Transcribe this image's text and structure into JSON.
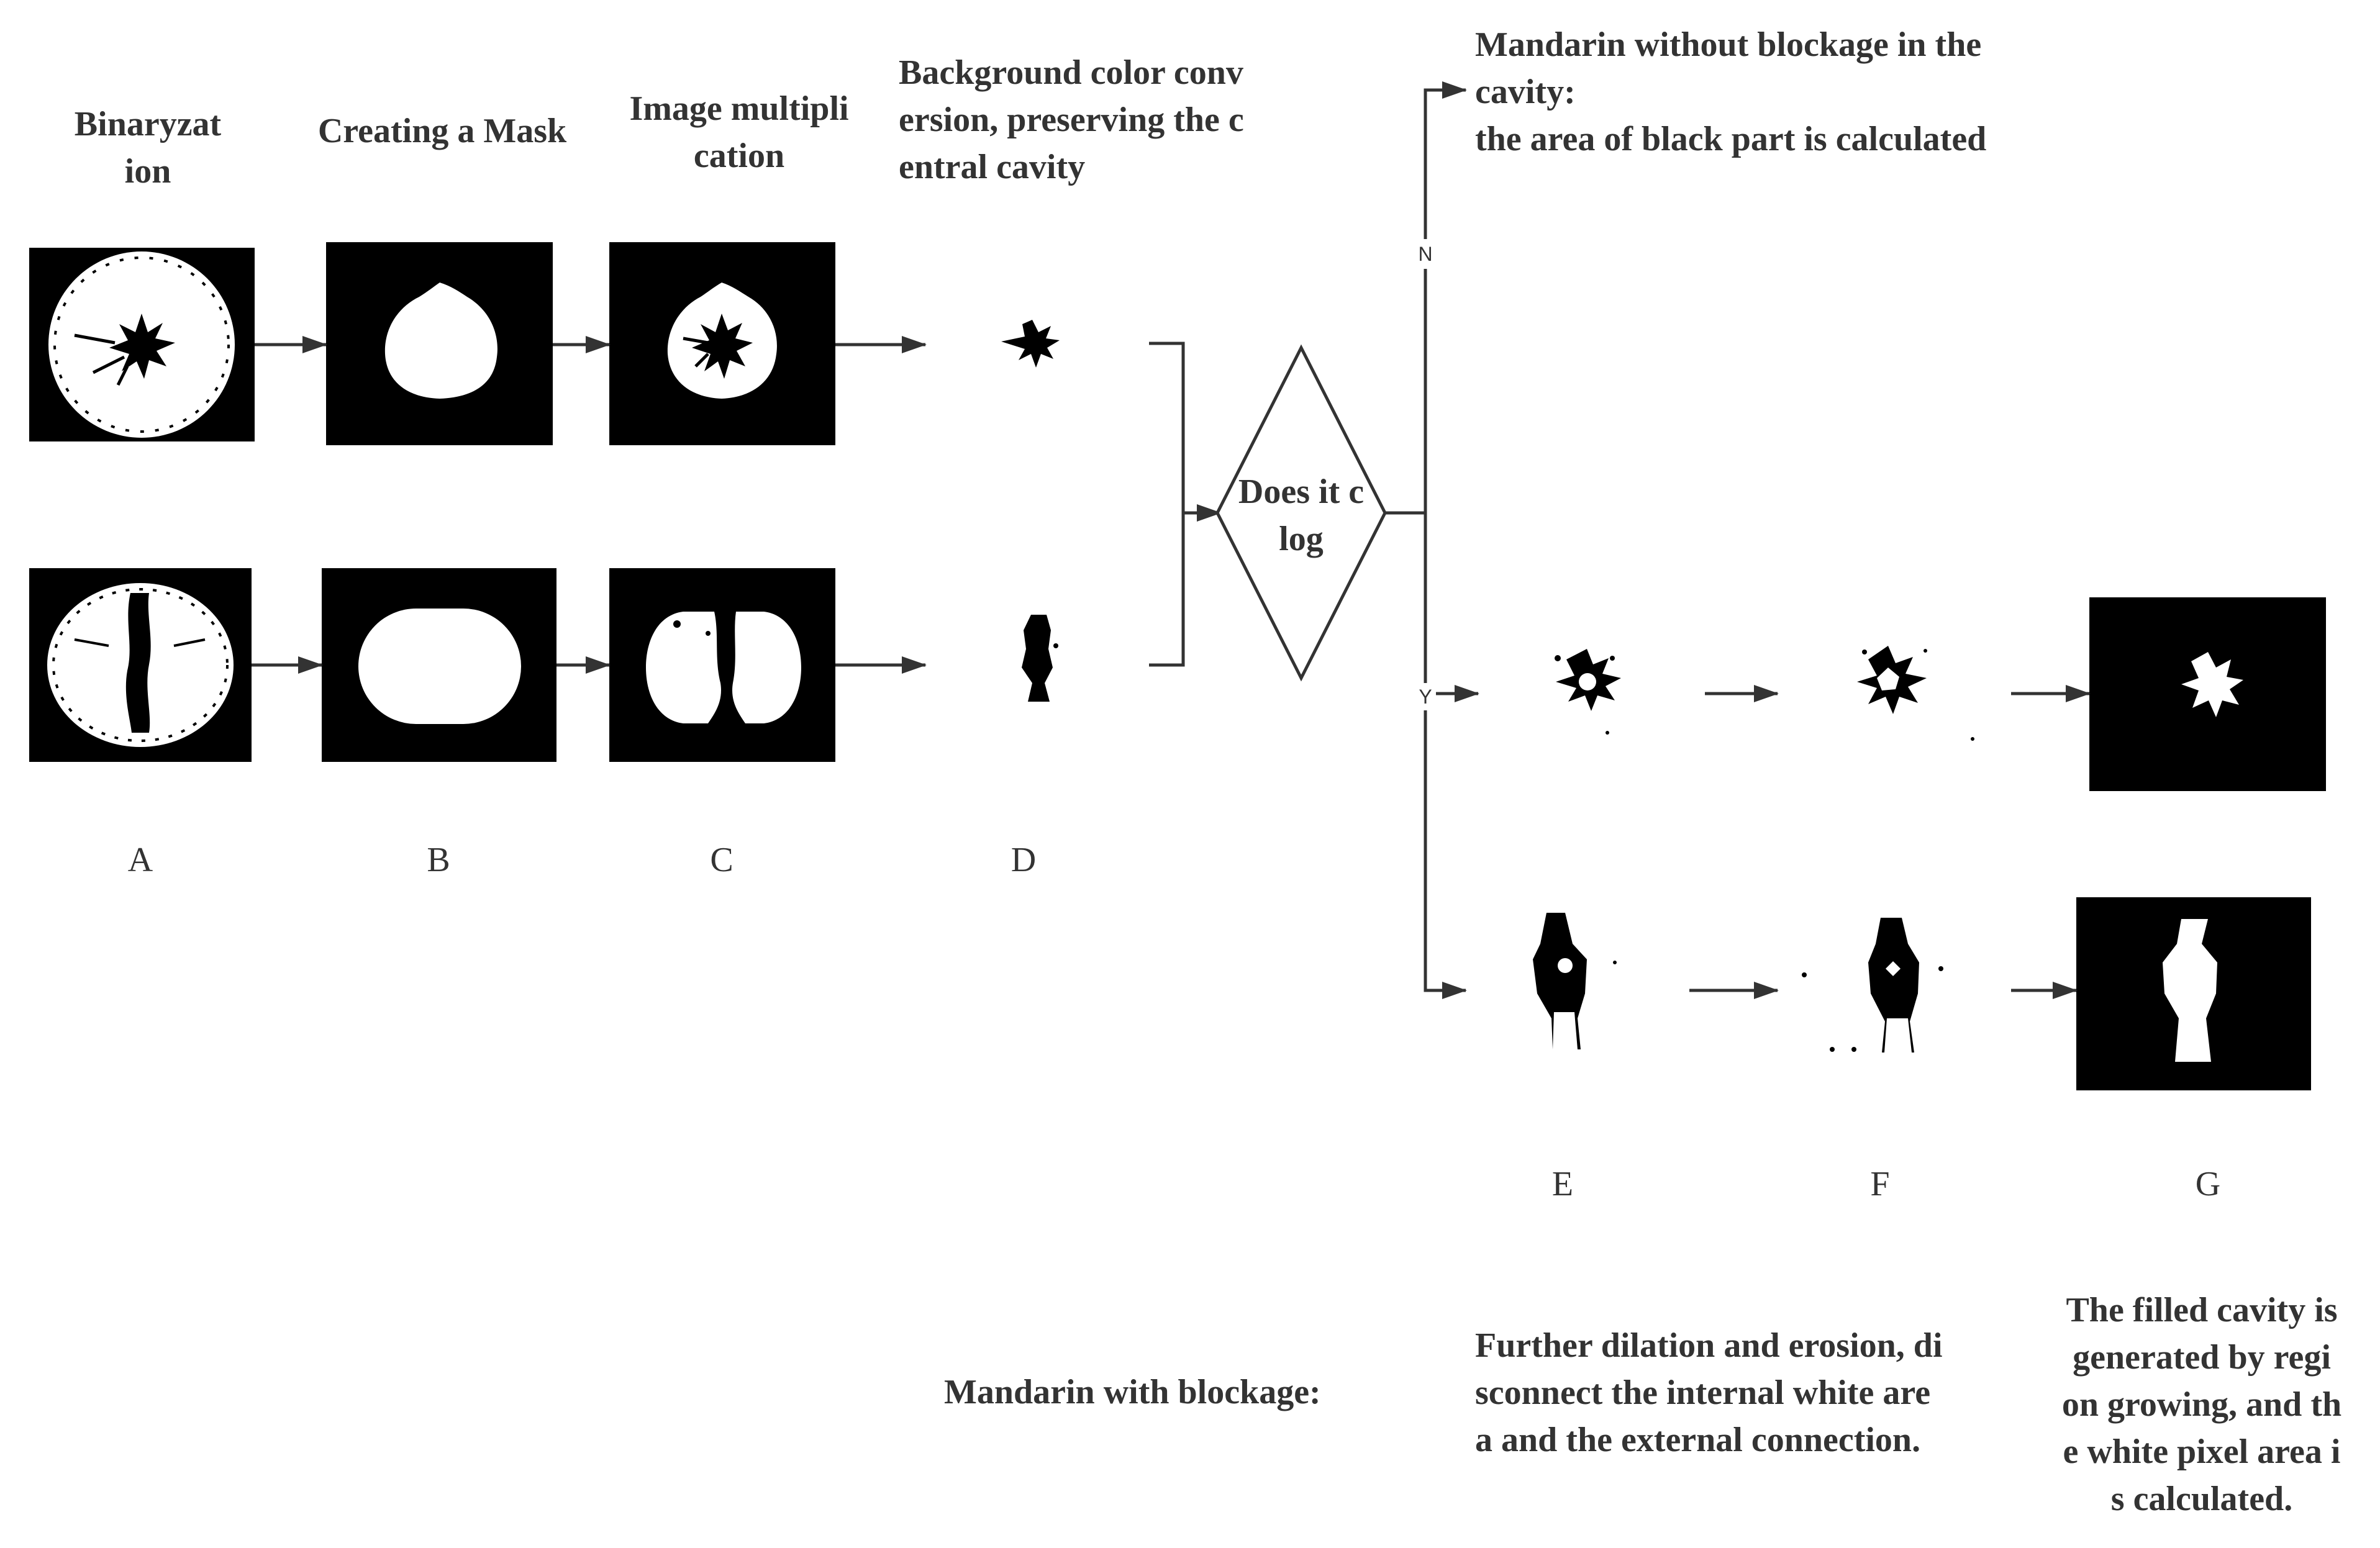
{
  "steps": {
    "binarization": "Binaryzat\nion",
    "mask": "Creating a Mask",
    "multiplication": "Image multipli\ncation",
    "background": "Background color conv\nersion, preserving the c\nentral cavity"
  },
  "decision": {
    "text": "Does it c\nlog",
    "no_label": "N",
    "yes_label": "Y"
  },
  "outcomes": {
    "no_blockage": "Mandarin without blockage in the\ncavity:\nthe area of black part is calculated",
    "with_blockage": "Mandarin with blockage:",
    "dilation_erosion": "Further dilation and erosion, di\nsconnect the internal white are\na and the external connection.",
    "region_growing": "The filled cavity is\ngenerated by regi\non growing, and th\ne white pixel area i\ns calculated."
  },
  "panel_labels": [
    "A",
    "B",
    "C",
    "D",
    "E",
    "F",
    "G"
  ],
  "colors": {
    "line": "#333333",
    "panel_bg": "#000000",
    "fruit": "#ffffff"
  }
}
